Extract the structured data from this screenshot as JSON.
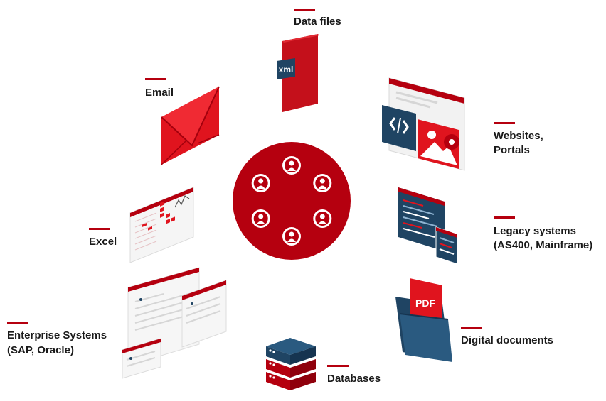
{
  "labels": {
    "data_files": "Data files",
    "email": "Email",
    "websites_line1": "Websites,",
    "websites_line2": "Portals",
    "legacy_line1": "Legacy systems",
    "legacy_line2": "(AS400, Mainframe)",
    "excel": "Excel",
    "enterprise_line1": "Enterprise Systems",
    "enterprise_line2": "(SAP, Oracle)",
    "digital_documents": "Digital documents",
    "databases": "Databases"
  },
  "icon_text": {
    "xml_tag": "xml",
    "pdf_tag": "PDF"
  },
  "icons": [
    "hub-people-icon",
    "xml-file-icon",
    "envelope-icon",
    "website-window-icon",
    "code-terminal-icon",
    "spreadsheet-icon",
    "enterprise-dashboard-icon",
    "pdf-folder-icon",
    "database-stack-icon"
  ],
  "colors": {
    "brand_red": "#b5000f",
    "bright_red": "#e0141e",
    "navy": "#1f4463",
    "white": "#ffffff",
    "text": "#1a1a1a"
  }
}
